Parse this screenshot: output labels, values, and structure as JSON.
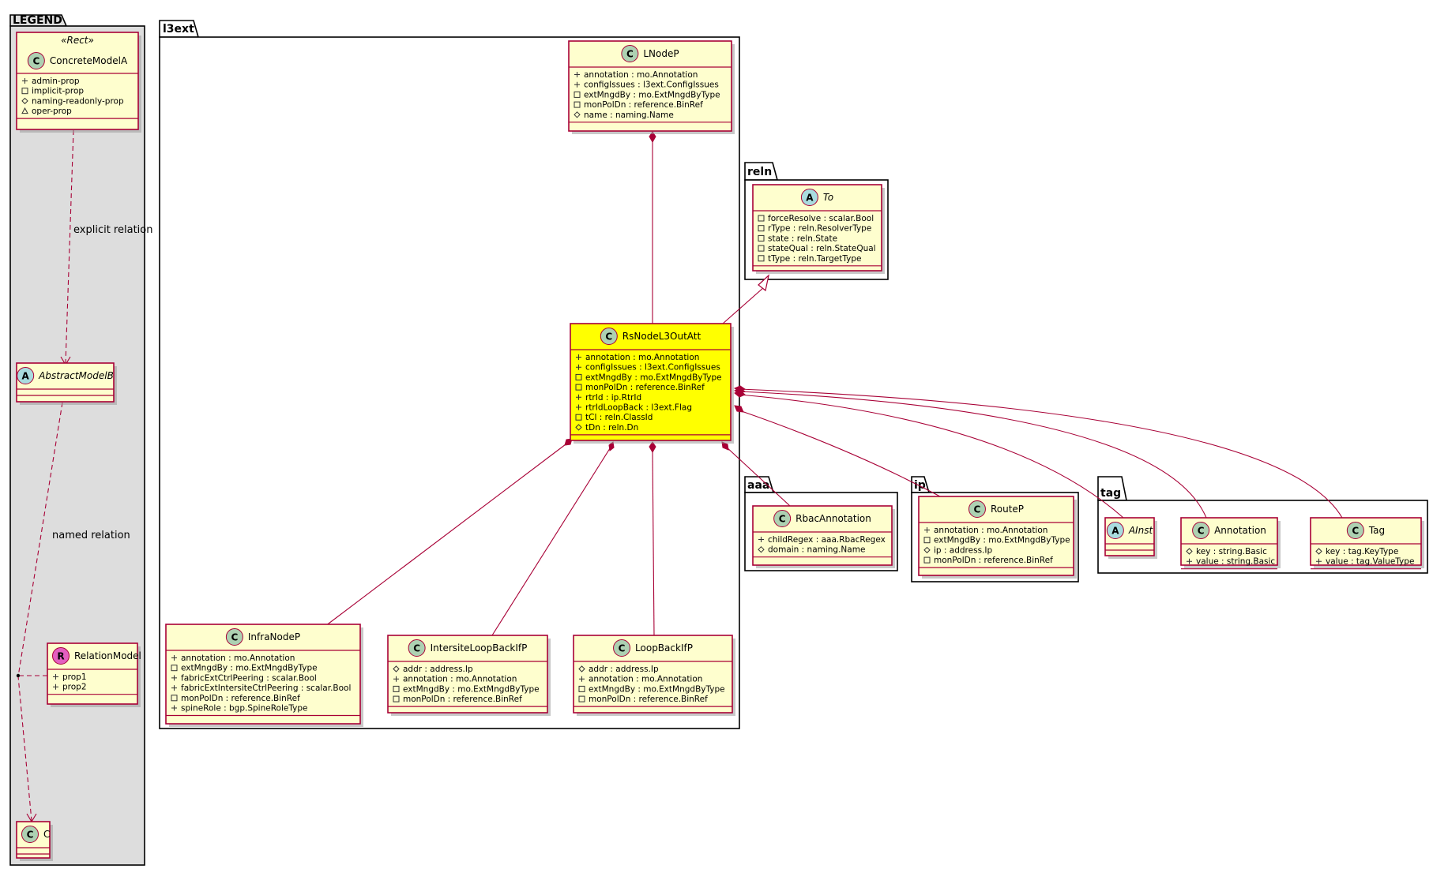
{
  "packages": {
    "legend": "LEGEND",
    "l3ext": "l3ext",
    "reln": "reln",
    "aaa": "aaa",
    "ip": "ip",
    "tag": "tag"
  },
  "legend": {
    "concrete": {
      "stereotype": "«Rect»",
      "icon": "C",
      "name": "ConcreteModelA",
      "attrs": [
        {
          "v": "+",
          "t": "admin-prop"
        },
        {
          "v": "-",
          "t": "implicit-prop"
        },
        {
          "v": "#",
          "t": "naming-readonly-prop"
        },
        {
          "v": "~",
          "t": "oper-prop"
        }
      ]
    },
    "abstract": {
      "icon": "A",
      "name": "AbstractModelB"
    },
    "relation": {
      "icon": "R",
      "name": "RelationModel",
      "attrs": [
        {
          "v": "+",
          "t": "prop1"
        },
        {
          "v": "+",
          "t": "prop2"
        }
      ]
    },
    "c": {
      "icon": "C",
      "name": "C"
    },
    "explicit_label": "explicit relation",
    "named_label": "named relation"
  },
  "classes": {
    "lnodep": {
      "icon": "C",
      "name": "LNodeP",
      "attrs": [
        {
          "v": "+",
          "t": "annotation : mo.Annotation"
        },
        {
          "v": "+",
          "t": "configIssues : l3ext.ConfigIssues"
        },
        {
          "v": "-",
          "t": "extMngdBy : mo.ExtMngdByType"
        },
        {
          "v": "-",
          "t": "monPolDn : reference.BinRef"
        },
        {
          "v": "#",
          "t": "name : naming.Name"
        }
      ]
    },
    "to": {
      "icon": "A",
      "name": "To",
      "attrs": [
        {
          "v": "-",
          "t": "forceResolve : scalar.Bool"
        },
        {
          "v": "-",
          "t": "rType : reln.ResolverType"
        },
        {
          "v": "-",
          "t": "state : reln.State"
        },
        {
          "v": "-",
          "t": "stateQual : reln.StateQual"
        },
        {
          "v": "-",
          "t": "tType : reln.TargetType"
        }
      ]
    },
    "rsnode": {
      "icon": "C",
      "name": "RsNodeL3OutAtt",
      "attrs": [
        {
          "v": "+",
          "t": "annotation : mo.Annotation"
        },
        {
          "v": "+",
          "t": "configIssues : l3ext.ConfigIssues"
        },
        {
          "v": "-",
          "t": "extMngdBy : mo.ExtMngdByType"
        },
        {
          "v": "-",
          "t": "monPolDn : reference.BinRef"
        },
        {
          "v": "+",
          "t": "rtrId : ip.RtrId"
        },
        {
          "v": "+",
          "t": "rtrIdLoopBack : l3ext.Flag"
        },
        {
          "v": "-",
          "t": "tCl : reln.ClassId"
        },
        {
          "v": "#",
          "t": "tDn : reln.Dn"
        }
      ]
    },
    "infranodep": {
      "icon": "C",
      "name": "InfraNodeP",
      "attrs": [
        {
          "v": "+",
          "t": "annotation : mo.Annotation"
        },
        {
          "v": "-",
          "t": "extMngdBy : mo.ExtMngdByType"
        },
        {
          "v": "+",
          "t": "fabricExtCtrlPeering : scalar.Bool"
        },
        {
          "v": "+",
          "t": "fabricExtIntersiteCtrlPeering : scalar.Bool"
        },
        {
          "v": "-",
          "t": "monPolDn : reference.BinRef"
        },
        {
          "v": "+",
          "t": "spineRole : bgp.SpineRoleType"
        }
      ]
    },
    "intersite": {
      "icon": "C",
      "name": "IntersiteLoopBackIfP",
      "attrs": [
        {
          "v": "#",
          "t": "addr : address.Ip"
        },
        {
          "v": "+",
          "t": "annotation : mo.Annotation"
        },
        {
          "v": "-",
          "t": "extMngdBy : mo.ExtMngdByType"
        },
        {
          "v": "-",
          "t": "monPolDn : reference.BinRef"
        }
      ]
    },
    "loopback": {
      "icon": "C",
      "name": "LoopBackIfP",
      "attrs": [
        {
          "v": "#",
          "t": "addr : address.Ip"
        },
        {
          "v": "+",
          "t": "annotation : mo.Annotation"
        },
        {
          "v": "-",
          "t": "extMngdBy : mo.ExtMngdByType"
        },
        {
          "v": "-",
          "t": "monPolDn : reference.BinRef"
        }
      ]
    },
    "rbac": {
      "icon": "C",
      "name": "RbacAnnotation",
      "attrs": [
        {
          "v": "+",
          "t": "childRegex : aaa.RbacRegex"
        },
        {
          "v": "#",
          "t": "domain : naming.Name"
        }
      ]
    },
    "routep": {
      "icon": "C",
      "name": "RouteP",
      "attrs": [
        {
          "v": "+",
          "t": "annotation : mo.Annotation"
        },
        {
          "v": "-",
          "t": "extMngdBy : mo.ExtMngdByType"
        },
        {
          "v": "#",
          "t": "ip : address.Ip"
        },
        {
          "v": "-",
          "t": "monPolDn : reference.BinRef"
        }
      ]
    },
    "ainst": {
      "icon": "A",
      "name": "AInst"
    },
    "annotation": {
      "icon": "C",
      "name": "Annotation",
      "attrs": [
        {
          "v": "#",
          "t": "key : string.Basic"
        },
        {
          "v": "+",
          "t": "value : string.Basic"
        }
      ]
    },
    "tag": {
      "icon": "C",
      "name": "Tag",
      "attrs": [
        {
          "v": "#",
          "t": "key : tag.KeyType"
        },
        {
          "v": "+",
          "t": "value : tag.ValueType"
        }
      ]
    }
  },
  "colors": {
    "class_fill": "#fefece",
    "highlight_fill": "#ffff00",
    "border": "#a80036",
    "icon_class": "#add1b2",
    "icon_abstract": "#a9dcdf",
    "icon_relation": "#e35fc0",
    "legend_bg": "#dddddd"
  }
}
